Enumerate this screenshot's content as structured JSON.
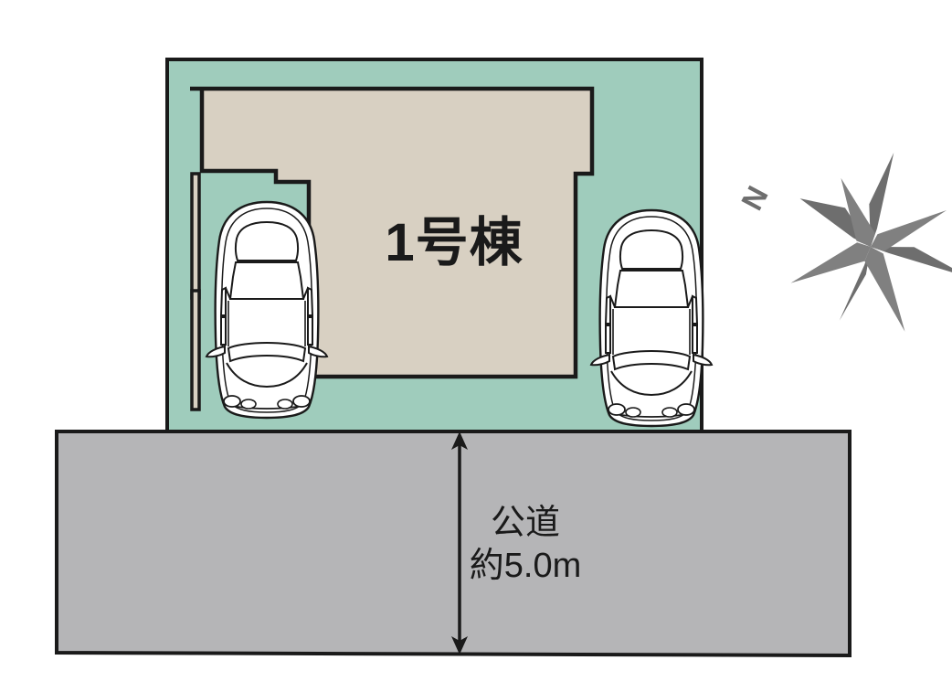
{
  "figure": {
    "kind": "real-estate-site-plan",
    "title_visible": false
  },
  "colors": {
    "lot_fill": "#9FCCBC",
    "building_fill": "#D8D0C2",
    "road_fill": "#B5B5B7",
    "outline": "#1a1a1a",
    "car_fill": "#FFFFFF",
    "car_outline": "#1a1a1a",
    "compass_fill": "#6E6E6E",
    "background": "#FFFFFF"
  },
  "lot": {
    "name": "residential-lot",
    "fill": "#9FCCBC"
  },
  "building": {
    "label": "1号棟",
    "fill": "#D8D0C2"
  },
  "road": {
    "name_label": "公道",
    "width_label": "約5.0m",
    "fill": "#B5B5B7"
  },
  "parking": [
    {
      "id": "left",
      "icon": "car-top-view"
    },
    {
      "id": "right",
      "icon": "car-top-view"
    }
  ],
  "fence_marks": [
    {
      "id": "upper",
      "icon": "fence-post"
    },
    {
      "id": "lower",
      "icon": "fence-post"
    }
  ],
  "compass": {
    "north_letter": "N",
    "icon": "compass-rose",
    "rotation_deg": -62
  },
  "dimension": {
    "icon": "double-arrow-vertical",
    "value_label": "約5.0m"
  }
}
